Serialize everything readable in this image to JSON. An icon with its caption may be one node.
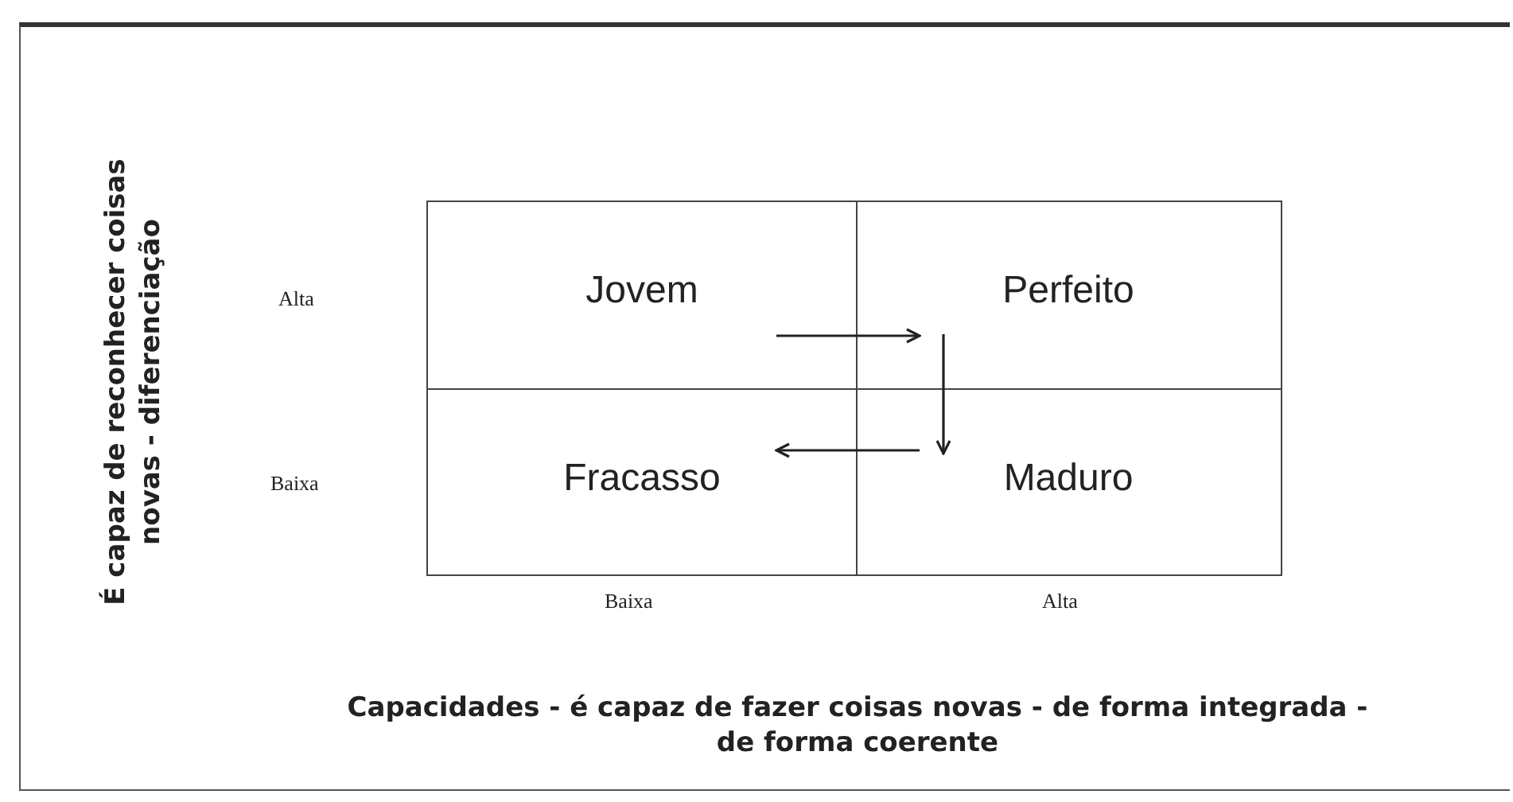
{
  "diagram": {
    "nodes": [
      {
        "text": [
          "Jovem"
        ]
      },
      {
        "text": [
          "Perfeito"
        ]
      },
      {
        "text": [
          "Fracasso"
        ]
      },
      {
        "text": [
          "Maduro"
        ]
      }
    ],
    "edges": [
      {
        "from": 0,
        "to": 1,
        "arrow": "to"
      },
      {
        "from": 1,
        "to": 3,
        "arrow": "to"
      },
      {
        "from": 3,
        "to": 2,
        "arrow": "to"
      }
    ],
    "labels": [
      "É capaz de reconhecer coisas novas - diferenciação",
      "Alta",
      "Baixa",
      "Baixa",
      "Alta",
      "Capacidades - é capaz de fazer coisas novas - de forma integrada - de forma coerente"
    ]
  }
}
